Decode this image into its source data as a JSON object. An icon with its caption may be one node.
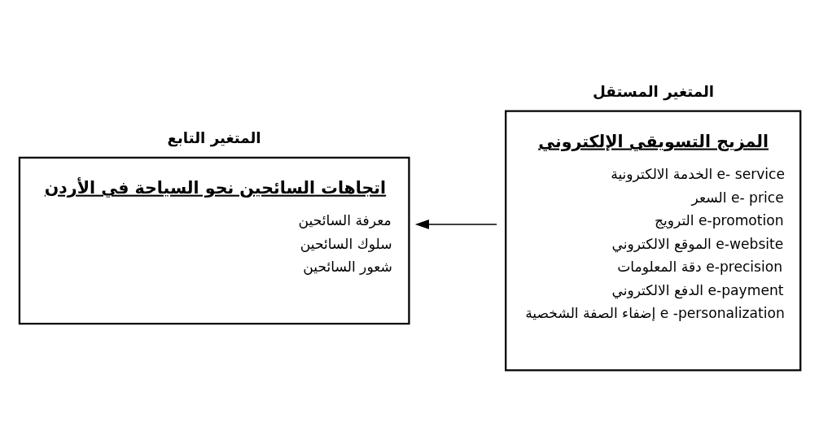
{
  "diagram": {
    "nodes": [
      {
        "text": [
          "المتغير المستقل",
          "المزيج التسويقي الإلكتروني",
          "الخدمة الالكترونية e- service",
          "السعر e- price",
          "الترويج e-promotion",
          "الموقع الالكتروني e-website",
          "دقة المعلومات e-precision",
          "الدفع الالكتروني e-payment",
          "إضفاء الصفة الشخصية e -personalization"
        ]
      },
      {
        "text": [
          "المتغير التابع",
          "اتجاهات السائحين نحو السياحة في الأردن",
          "معرفة السائحين",
          "سلوك السائحين",
          "شعور السائحين"
        ]
      }
    ],
    "edges": [
      {
        "from": 0,
        "to": 1,
        "arrow": "to"
      }
    ]
  }
}
